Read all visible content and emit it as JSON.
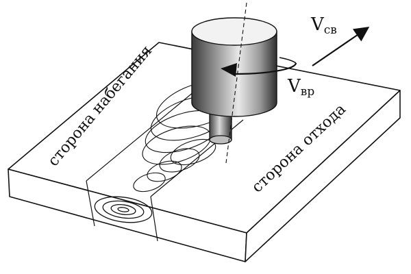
{
  "labels": {
    "advancing_side": "сторона набегания",
    "retreating_side": "сторона отхода"
  },
  "velocities": {
    "welding": {
      "symbol": "V",
      "subscript": "св"
    },
    "rotation": {
      "symbol": "V",
      "subscript": "вр"
    }
  },
  "colors": {
    "outline": "#111111",
    "plate_fill": "#ffffff",
    "tool_dark": "#2a2a2a",
    "tool_light": "#e6e6e6"
  }
}
